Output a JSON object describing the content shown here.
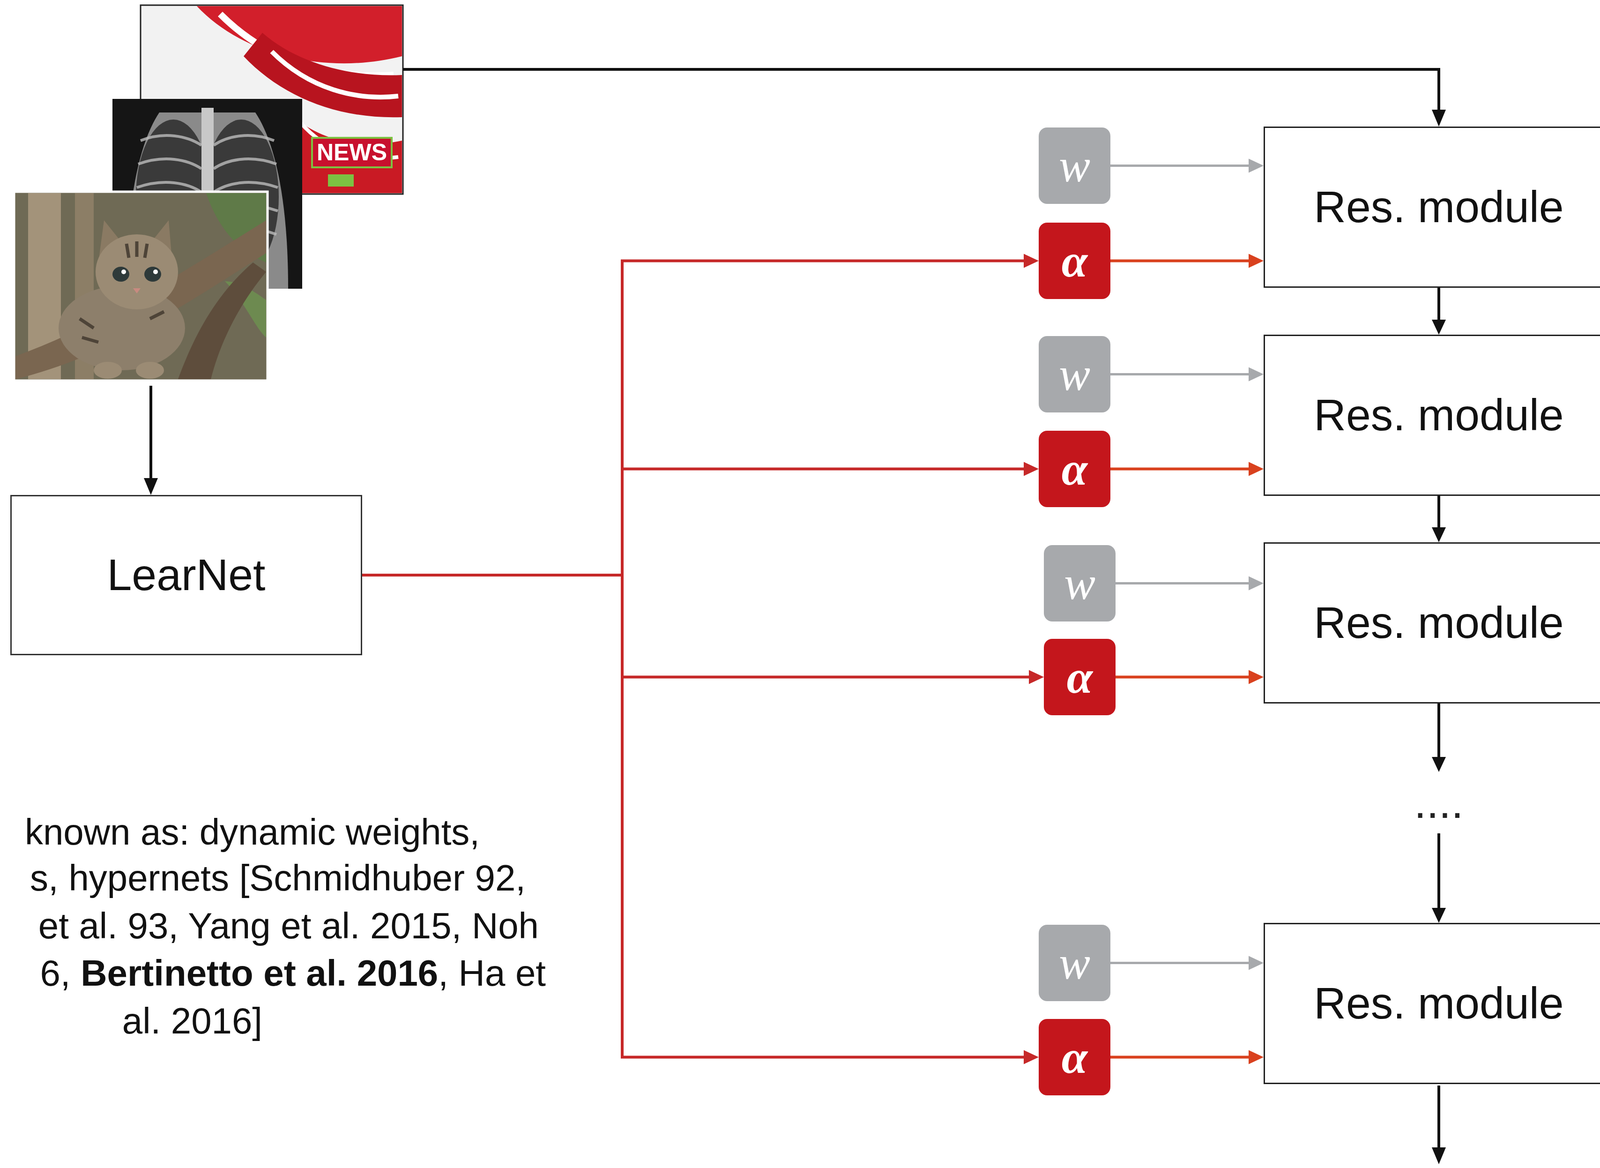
{
  "diagram": {
    "nodes": [
      {
        "text": [
          "LearNet"
        ]
      },
      {
        "text": [
          "w"
        ]
      },
      {
        "text": [
          "α"
        ]
      },
      {
        "text": [
          "Res. module"
        ]
      },
      {
        "text": [
          "w"
        ]
      },
      {
        "text": [
          "α"
        ]
      },
      {
        "text": [
          "Res. module"
        ]
      },
      {
        "text": [
          "w"
        ]
      },
      {
        "text": [
          "α"
        ]
      },
      {
        "text": [
          "Res. module"
        ]
      },
      {
        "text": [
          "w"
        ]
      },
      {
        "text": [
          "α"
        ]
      },
      {
        "text": [
          "Res. module"
        ]
      }
    ],
    "edges": [
      {
        "from": 0,
        "to": 2,
        "arrow": "to"
      },
      {
        "from": 0,
        "to": 5,
        "arrow": "to"
      },
      {
        "from": 0,
        "to": 8,
        "arrow": "to"
      },
      {
        "from": 0,
        "to": 11,
        "arrow": "to"
      },
      {
        "from": 1,
        "to": 3,
        "arrow": "to"
      },
      {
        "from": 2,
        "to": 3,
        "arrow": "to"
      },
      {
        "from": 4,
        "to": 6,
        "arrow": "to"
      },
      {
        "from": 5,
        "to": 6,
        "arrow": "to"
      },
      {
        "from": 7,
        "to": 9,
        "arrow": "to"
      },
      {
        "from": 8,
        "to": 9,
        "arrow": "to"
      },
      {
        "from": 10,
        "to": 12,
        "arrow": "to"
      },
      {
        "from": 11,
        "to": 12,
        "arrow": "to"
      },
      {
        "from": 3,
        "to": 6,
        "arrow": "to"
      },
      {
        "from": 6,
        "to": 9,
        "arrow": "to"
      },
      {
        "from": 9,
        "to": 12,
        "arrow": "to"
      }
    ],
    "labels": [
      "NEWS",
      "....",
      "known as: dynamic weights,",
      "s, hypernets [Schmidhuber 92,",
      "et al. 93, Yang et al. 2015, Noh",
      "6,",
      "Bertinetto et al. 2016",
      ", Ha et",
      "al. 2016]"
    ]
  }
}
